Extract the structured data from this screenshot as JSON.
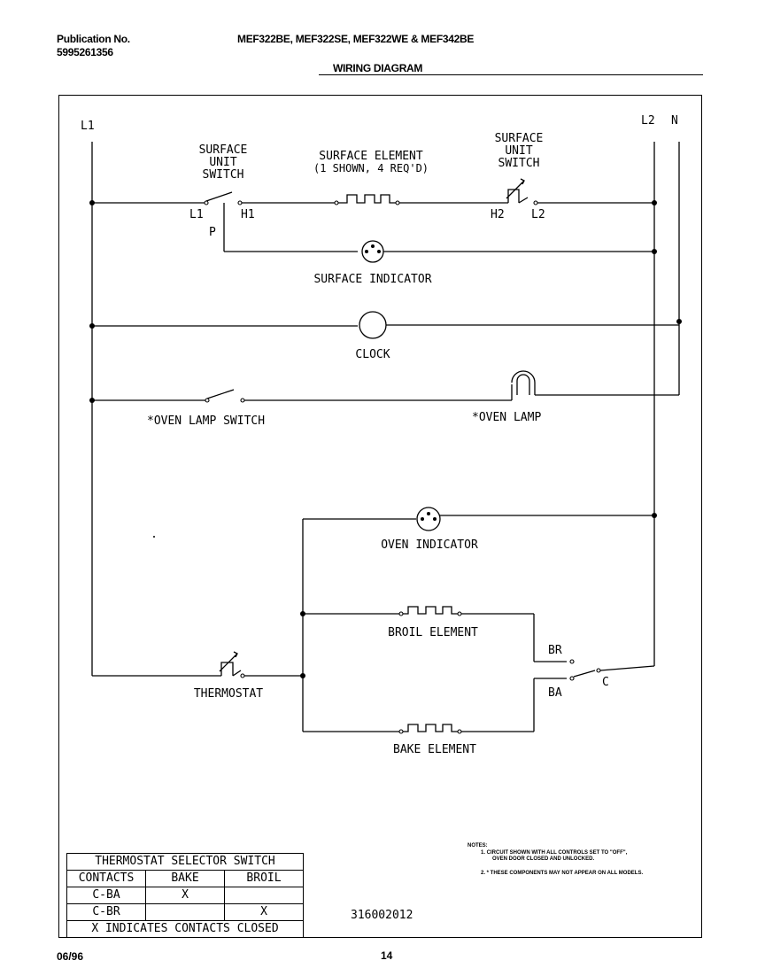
{
  "header": {
    "publication_label": "Publication No.",
    "publication_number": "5995261356",
    "models": "MEF322BE, MEF322SE, MEF322WE & MEF342BE",
    "page_title": "WIRING DIAGRAM"
  },
  "diagram": {
    "line_l1": "L1",
    "line_l2": "L2",
    "line_n": "N",
    "surface_switch_left": [
      "SURFACE",
      "UNIT",
      "SWITCH"
    ],
    "surface_element": [
      "SURFACE ELEMENT",
      "(1 SHOWN, 4 REQ'D)"
    ],
    "surface_switch_right": [
      "SURFACE",
      "UNIT",
      "SWITCH"
    ],
    "terminal_l1": "L1",
    "terminal_h1": "H1",
    "terminal_p": "P",
    "terminal_h2": "H2",
    "terminal_l2": "L2",
    "surface_indicator": "SURFACE INDICATOR",
    "clock": "CLOCK",
    "oven_lamp_switch": "*OVEN LAMP SWITCH",
    "oven_lamp": "*OVEN LAMP",
    "oven_indicator": "OVEN INDICATOR",
    "broil_element": "BROIL ELEMENT",
    "thermostat": "THERMOSTAT",
    "bake_element": "BAKE ELEMENT",
    "terminal_br": "BR",
    "terminal_c": "C",
    "terminal_ba": "BA",
    "part_number": "316002012"
  },
  "notes": {
    "heading": "NOTES:",
    "items": [
      "1. CIRCUIT SHOWN WITH ALL CONTROLS SET TO \"OFF\",",
      "OVEN DOOR CLOSED AND UNLOCKED.",
      "2. * THESE COMPONENTS MAY NOT APPEAR ON ALL MODELS."
    ]
  },
  "selector_table": {
    "title": "THERMOSTAT SELECTOR SWITCH",
    "headers": [
      "CONTACTS",
      "BAKE",
      "BROIL"
    ],
    "rows": [
      [
        "C-BA",
        "X",
        ""
      ],
      [
        "C-BR",
        "",
        "X"
      ]
    ],
    "footer": "X INDICATES CONTACTS CLOSED"
  },
  "footer": {
    "date": "06/96",
    "page": "14"
  }
}
